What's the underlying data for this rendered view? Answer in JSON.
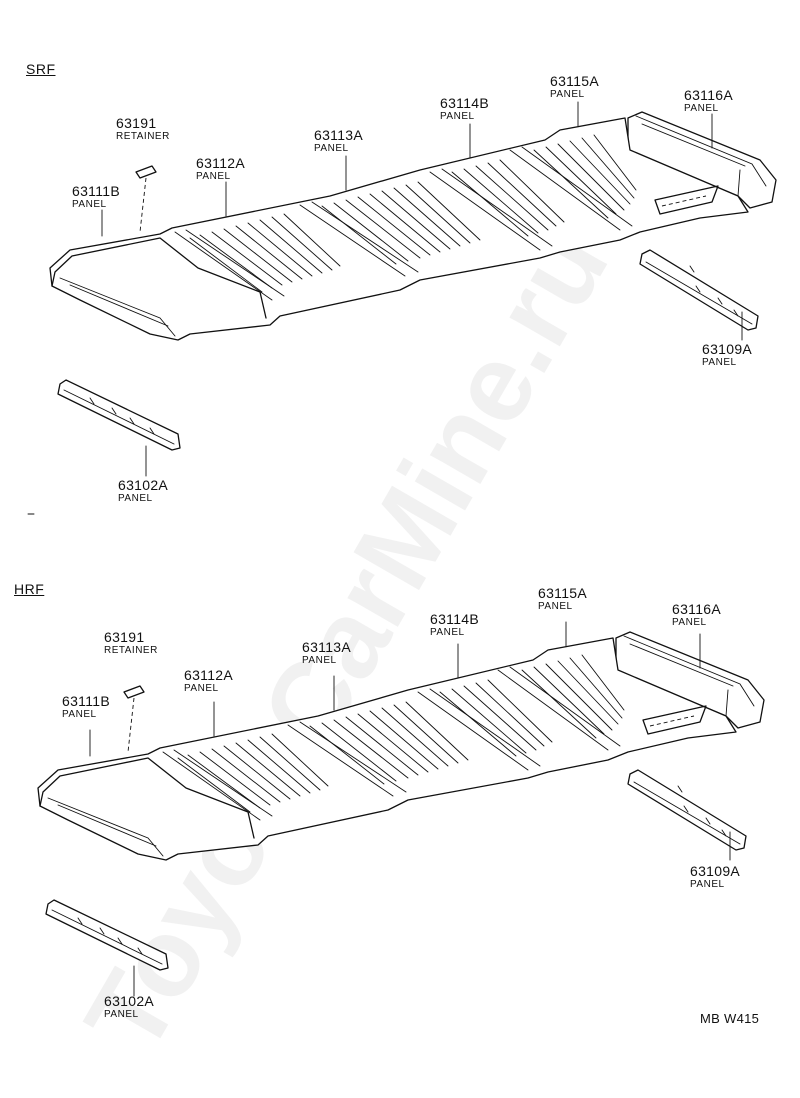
{
  "watermark": "ToyotaCarMine.ru",
  "diagram_code": "MB W415",
  "sections": [
    {
      "title": "SRF",
      "parts": [
        {
          "number": "63191",
          "name": "RETAINER"
        },
        {
          "number": "63112A",
          "name": "PANEL"
        },
        {
          "number": "63113A",
          "name": "PANEL"
        },
        {
          "number": "63114B",
          "name": "PANEL"
        },
        {
          "number": "63115A",
          "name": "PANEL"
        },
        {
          "number": "63116A",
          "name": "PANEL"
        },
        {
          "number": "63111B",
          "name": "PANEL"
        },
        {
          "number": "63109A",
          "name": "PANEL"
        },
        {
          "number": "63102A",
          "name": "PANEL"
        }
      ]
    },
    {
      "title": "HRF",
      "parts": [
        {
          "number": "63191",
          "name": "RETAINER"
        },
        {
          "number": "63112A",
          "name": "PANEL"
        },
        {
          "number": "63113A",
          "name": "PANEL"
        },
        {
          "number": "63114B",
          "name": "PANEL"
        },
        {
          "number": "63115A",
          "name": "PANEL"
        },
        {
          "number": "63116A",
          "name": "PANEL"
        },
        {
          "number": "63111B",
          "name": "PANEL"
        },
        {
          "number": "63109A",
          "name": "PANEL"
        },
        {
          "number": "63102A",
          "name": "PANEL"
        }
      ]
    }
  ]
}
